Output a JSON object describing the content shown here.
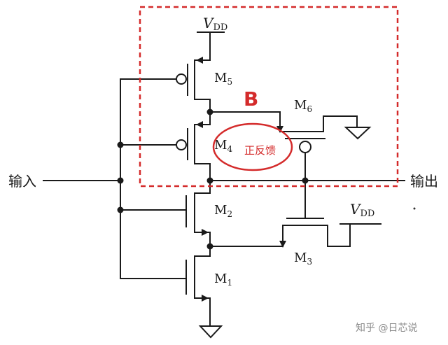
{
  "labels": {
    "vdd_top": "V",
    "vdd_top_sub": "DD",
    "vdd_right": "V",
    "vdd_right_sub": "DD",
    "m5": "M",
    "m5_sub": "5",
    "m4": "M",
    "m4_sub": "4",
    "m6": "M",
    "m6_sub": "6",
    "m2": "M",
    "m2_sub": "2",
    "m1": "M",
    "m1_sub": "1",
    "m3": "M",
    "m3_sub": "3",
    "input": "输入",
    "output": "输出"
  },
  "annotations": {
    "region_label": "B",
    "positive_feedback": "正反馈",
    "accent_color": "#d42b2b"
  },
  "watermark": "知乎 @日芯说"
}
